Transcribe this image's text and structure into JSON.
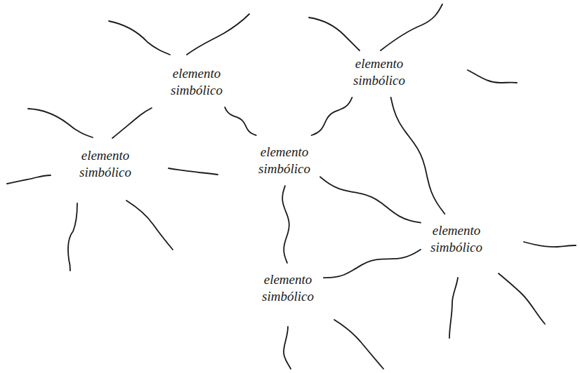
{
  "diagram": {
    "nodes": [
      {
        "text": [
          "elemento simbólico"
        ]
      },
      {
        "text": [
          "elemento simbólico"
        ]
      },
      {
        "text": [
          "elemento simbólico"
        ]
      },
      {
        "text": [
          "elemento simbólico"
        ]
      },
      {
        "text": [
          "elemento simbólico"
        ]
      },
      {
        "text": [
          "elemento simbólico"
        ]
      }
    ],
    "edges": [
      {
        "from": 0,
        "to": 3,
        "arrow": "none"
      },
      {
        "from": 3,
        "to": 1,
        "arrow": "none"
      },
      {
        "from": 1,
        "to": 4,
        "arrow": "none"
      },
      {
        "from": 3,
        "to": 4,
        "arrow": "none"
      },
      {
        "from": 3,
        "to": 5,
        "arrow": "none"
      },
      {
        "from": 5,
        "to": 4,
        "arrow": "none"
      }
    ]
  }
}
